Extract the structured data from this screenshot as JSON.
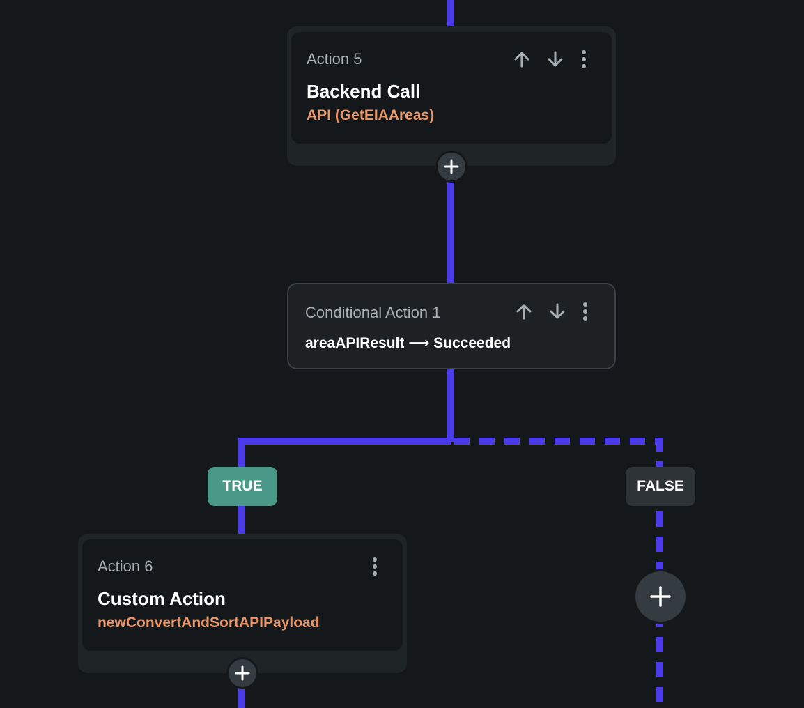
{
  "colors": {
    "background": "#15181b",
    "connector": "#4b3bea",
    "accent_orange": "#e9976a",
    "true_badge": "#4a9988",
    "false_badge": "#2e3338"
  },
  "action5": {
    "label": "Action 5",
    "title": "Backend Call",
    "subtitle": "API (GetEIAAreas)",
    "icons": [
      "arrow-up-icon",
      "arrow-down-icon",
      "more-vertical-icon"
    ]
  },
  "conditional1": {
    "label": "Conditional Action 1",
    "condition": "areaAPIResult ⟶ Succeeded",
    "icons": [
      "arrow-up-icon",
      "arrow-down-icon",
      "more-vertical-icon"
    ]
  },
  "branches": {
    "true_label": "TRUE",
    "false_label": "FALSE"
  },
  "action6": {
    "label": "Action 6",
    "title": "Custom Action",
    "subtitle": "newConvertAndSortAPIPayload",
    "icons": [
      "more-vertical-icon"
    ]
  },
  "add_icon": "plus-icon"
}
